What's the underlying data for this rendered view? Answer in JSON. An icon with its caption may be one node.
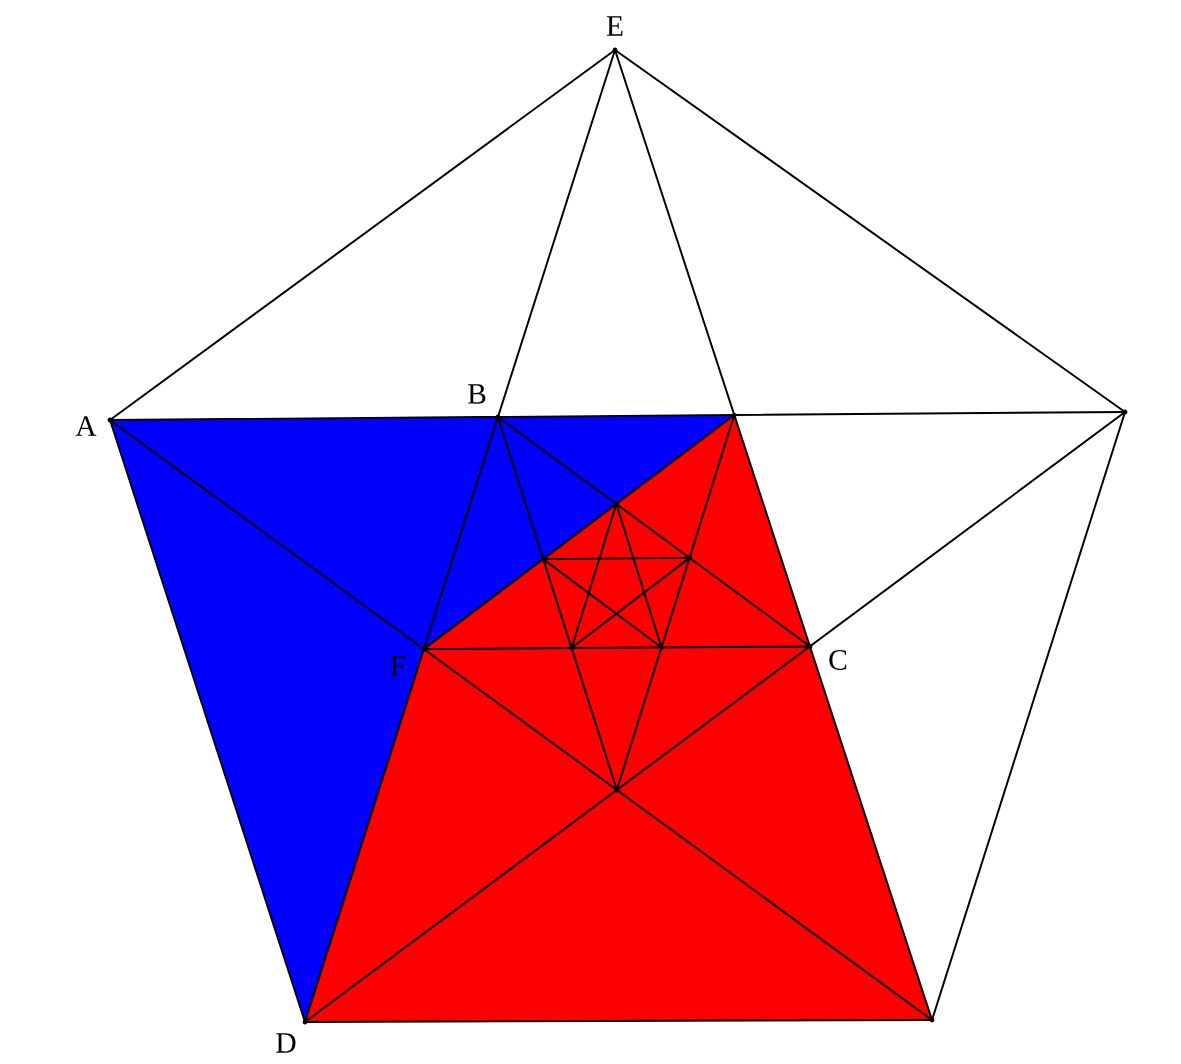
{
  "diagram": {
    "labels": [
      "E",
      "B",
      "A",
      "F",
      "C",
      "D"
    ]
  }
}
